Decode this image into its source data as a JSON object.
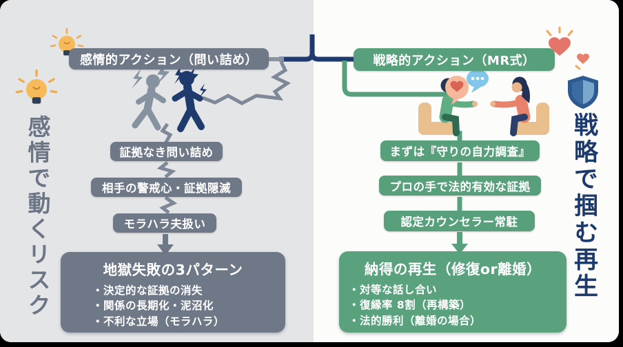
{
  "frame": {
    "background": "#000000",
    "panel_left_bg": "#e4e5e7",
    "panel_right_bg": "#fcfcfb"
  },
  "colors": {
    "gray_box": "#6e7887",
    "green_box": "#58a07c",
    "navy_line": "#1e3a6e",
    "gray_title": "#6b7585",
    "navy_title": "#1d3a6d",
    "crack_gray": "#7e8897",
    "heart_red": "#e4756b",
    "bulb_amber": "#f6ba5b",
    "shield_blue": "#2d5b91"
  },
  "left": {
    "vertical_title": "感情で動くリスク",
    "top_box": "感情的アクション（問い詰め）",
    "steps": [
      "証拠なき問い詰め",
      "相手の警戒心・証拠隠滅",
      "モラハラ夫扱い"
    ],
    "summary": {
      "title": "地獄失敗の3パターン",
      "bullets": [
        "・決定的な証拠の消失",
        "・関係の長期化・泥沼化",
        "・不利な立場（モラハラ）"
      ]
    }
  },
  "right": {
    "vertical_title": "戦略で掴む再生",
    "top_box": "戦略的アクション（MR式）",
    "steps": [
      "まずは『守りの自力調査』",
      "プロの手で法的有効な証拠",
      "認定カウンセラー常駐"
    ],
    "summary": {
      "title": "納得の再生（修復or離婚）",
      "bullets": [
        "・対等な話し合い",
        "・復縁率 8割（再構築）",
        "・法的勝利（離婚の場合）"
      ]
    }
  },
  "icons": {
    "lightbulb": "idea",
    "hearts": "love",
    "shield": "protection",
    "lightning": "conflict",
    "speech_bubbles": "dialogue"
  }
}
